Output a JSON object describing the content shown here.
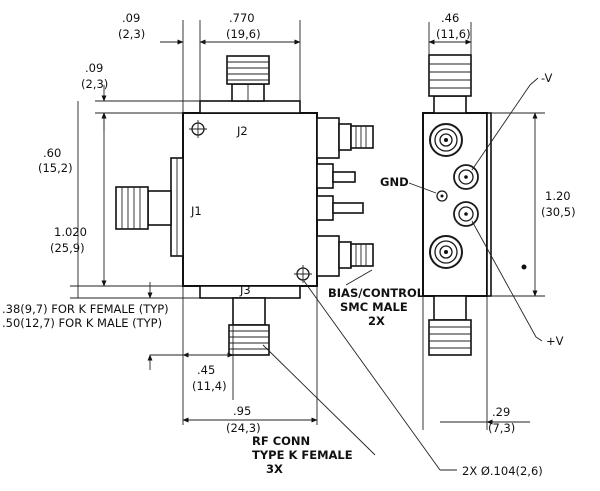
{
  "dims": {
    "top_left": {
      "inch": ".09",
      "mm": "(2,3)"
    },
    "top_width": {
      "inch": ".770",
      "mm": "(19,6)"
    },
    "upper_left": {
      "inch": ".09",
      "mm": "(2,3)"
    },
    "left_60": {
      "inch": ".60",
      "mm": "(15,2)"
    },
    "left_1020": {
      "inch": "1.020",
      "mm": "(25,9)"
    },
    "bottom_45": {
      "inch": ".45",
      "mm": "(11,4)"
    },
    "bottom_95": {
      "inch": ".95",
      "mm": "(24,3)"
    },
    "side_top": {
      "inch": ".46",
      "mm": "(11,6)"
    },
    "side_height": {
      "inch": "1.20",
      "mm": "(30,5)"
    },
    "side_bottom": {
      "inch": ".29",
      "mm": "(7,3)"
    }
  },
  "connectors": {
    "j1": "J1",
    "j2": "J2",
    "j3": "J3"
  },
  "notes": {
    "k_female": ".38(9,7) FOR K FEMALE (TYP)",
    "k_male": ".50(12,7) FOR K MALE (TYP)",
    "bias_line1": "BIAS/CONTROL",
    "bias_line2": "SMC MALE",
    "bias_line3": "2X",
    "rf_line1": "RF CONN",
    "rf_line2": "TYPE K FEMALE",
    "rf_line3": "3X",
    "holes": "2X Ø.104(2,6)"
  },
  "side_labels": {
    "neg_v": "-V",
    "gnd": "GND",
    "pos_v": "+V"
  }
}
